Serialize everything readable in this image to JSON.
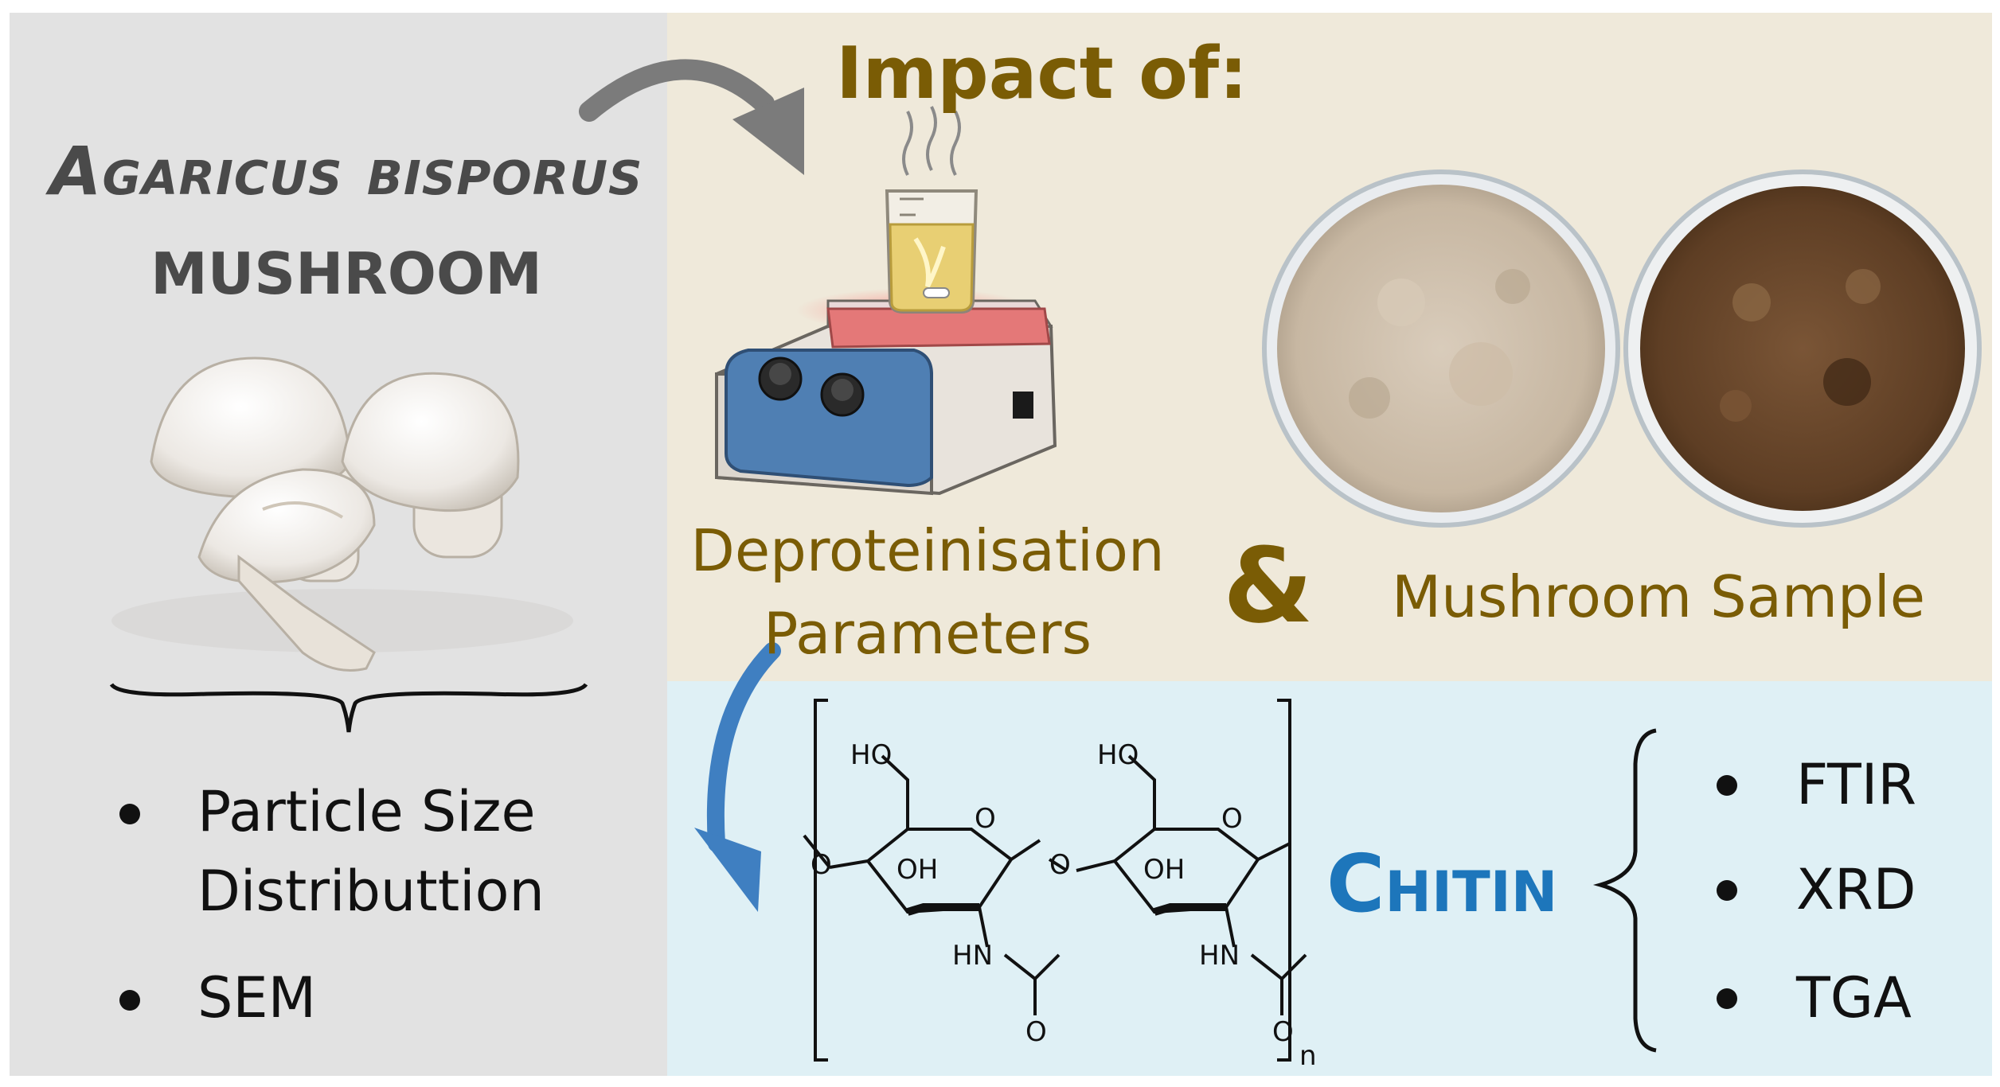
{
  "left": {
    "species_name": "Agaricus bisporus",
    "mushroom_word": "MUSHROOM",
    "bullets": [
      "Particle Size\nDistributtion",
      "SEM"
    ]
  },
  "top": {
    "impact_title": "Impact of:",
    "deproteinisation_label": "Deproteinisation Parameters",
    "ampersand": "&",
    "mushroom_sample_label": "Mushroom Sample"
  },
  "bottom": {
    "chitin_title": "Chitin",
    "structure_atoms": {
      "ho": "HO",
      "o": "O",
      "oh": "OH",
      "hn": "HN",
      "n": "n"
    },
    "analyses": [
      "FTIR",
      "XRD",
      "TGA"
    ]
  },
  "icons": [
    "mushrooms-photo",
    "magnetic-stirrer-hotplate-icon",
    "beaker-icon",
    "powder-dish-light",
    "powder-dish-dark",
    "curved-arrow"
  ],
  "colors": {
    "left_panel": "#e2e2e2",
    "top_panel": "#efe9da",
    "bottom_panel": "#dff0f5",
    "gold_text": "#7a5c05",
    "chitin_blue": "#1d76bb",
    "grey_text": "#4a4a4a"
  }
}
